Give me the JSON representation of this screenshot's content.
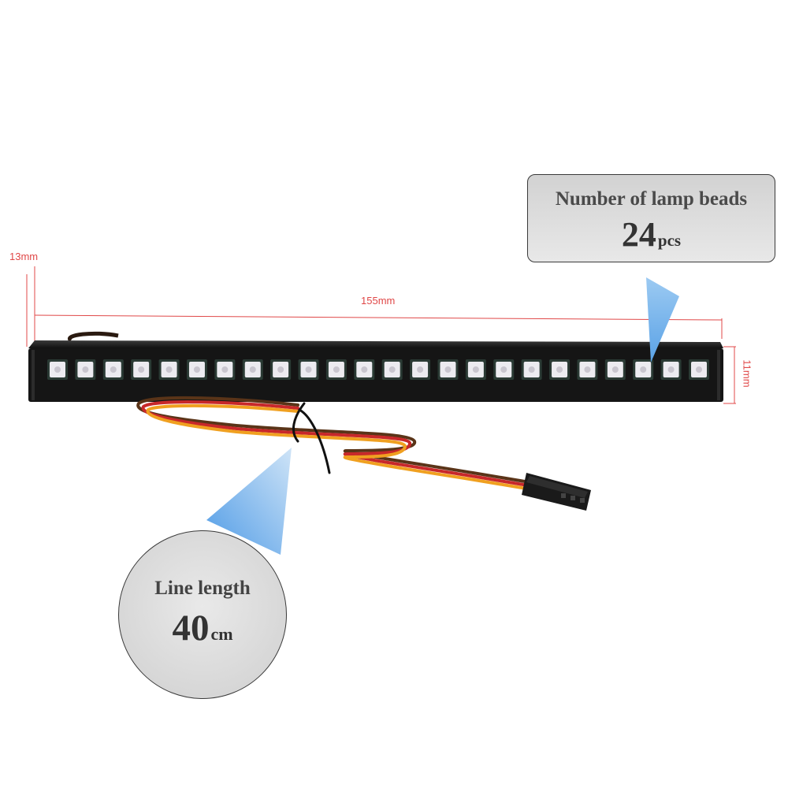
{
  "dimensions": {
    "length_label": "155mm",
    "depth_label": "13mm",
    "height_label": "11mm"
  },
  "bead_callout": {
    "title": "Number of lamp beads",
    "count": "24",
    "unit": "pcs"
  },
  "line_callout": {
    "title": "Line length",
    "value": "40",
    "unit": "cm"
  },
  "product": {
    "bead_count": 24,
    "colors": {
      "housing": "#151515",
      "bead_lens": "#ecebf0",
      "bead_rim": "#2a3a34",
      "wire_red": "#c8282a",
      "wire_orange": "#f0a020",
      "wire_brown": "#5a3418",
      "dimension_lines": "#e04848",
      "pointer": "#6aaeea"
    }
  }
}
